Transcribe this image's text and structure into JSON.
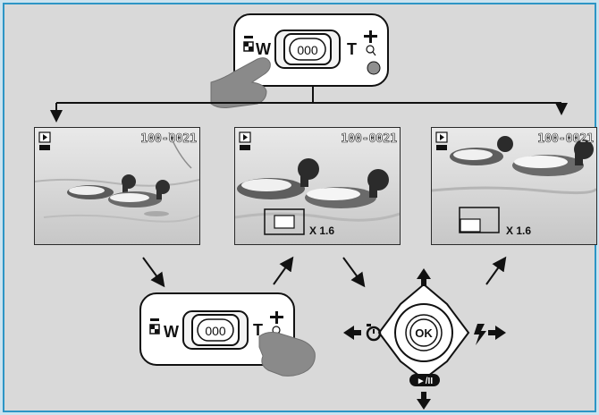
{
  "diagram": {
    "top_control": {
      "wide_label": "W",
      "tele_label": "T",
      "rocker_label": "000"
    },
    "bottom_control": {
      "wide_label": "W",
      "tele_label": "T",
      "rocker_label": "000"
    },
    "screens": [
      {
        "file_number": "100-0021",
        "zoom_label": ""
      },
      {
        "file_number": "100-0021",
        "zoom_label": "X 1.6"
      },
      {
        "file_number": "100-0021",
        "zoom_label": "X 1.6"
      }
    ],
    "dpad": {
      "center_label": "OK",
      "down_label": "►/II"
    }
  }
}
